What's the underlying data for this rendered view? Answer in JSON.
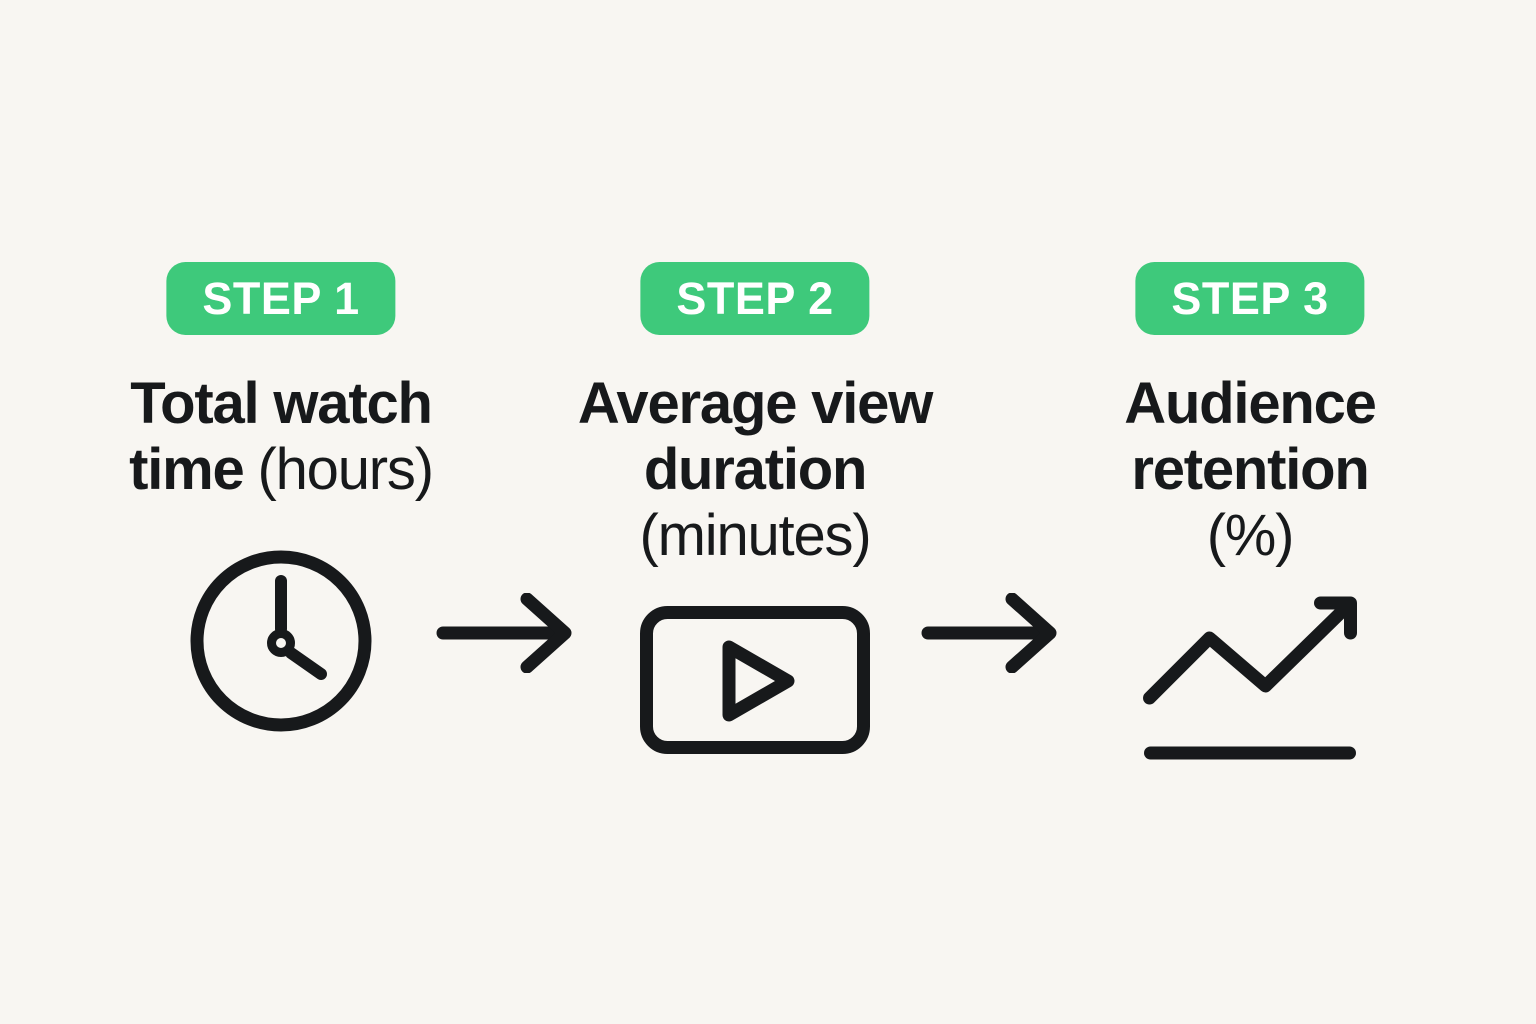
{
  "colors": {
    "background": "#F8F6F2",
    "accent_green": "#3EC97B",
    "ink": "#17191B",
    "badge_text": "#FFFFFF"
  },
  "steps": [
    {
      "badge_label": "STEP 1",
      "icon": "clock-icon",
      "lines": [
        {
          "bold": "Total watch",
          "light": ""
        },
        {
          "bold": "time",
          "light": "(hours)"
        }
      ]
    },
    {
      "badge_label": "STEP 2",
      "icon": "video-play-icon",
      "lines": [
        {
          "bold": "Average view",
          "light": ""
        },
        {
          "bold": "duration",
          "light": ""
        },
        {
          "bold": "",
          "light": "(minutes)"
        }
      ]
    },
    {
      "badge_label": "STEP 3",
      "icon": "line-chart-icon",
      "lines": [
        {
          "bold": "Audience",
          "light": ""
        },
        {
          "bold": "retention",
          "light": ""
        },
        {
          "bold": "",
          "light": "(%)"
        }
      ]
    }
  ],
  "arrows": [
    {
      "icon": "right-arrow-icon"
    },
    {
      "icon": "right-arrow-icon"
    }
  ]
}
